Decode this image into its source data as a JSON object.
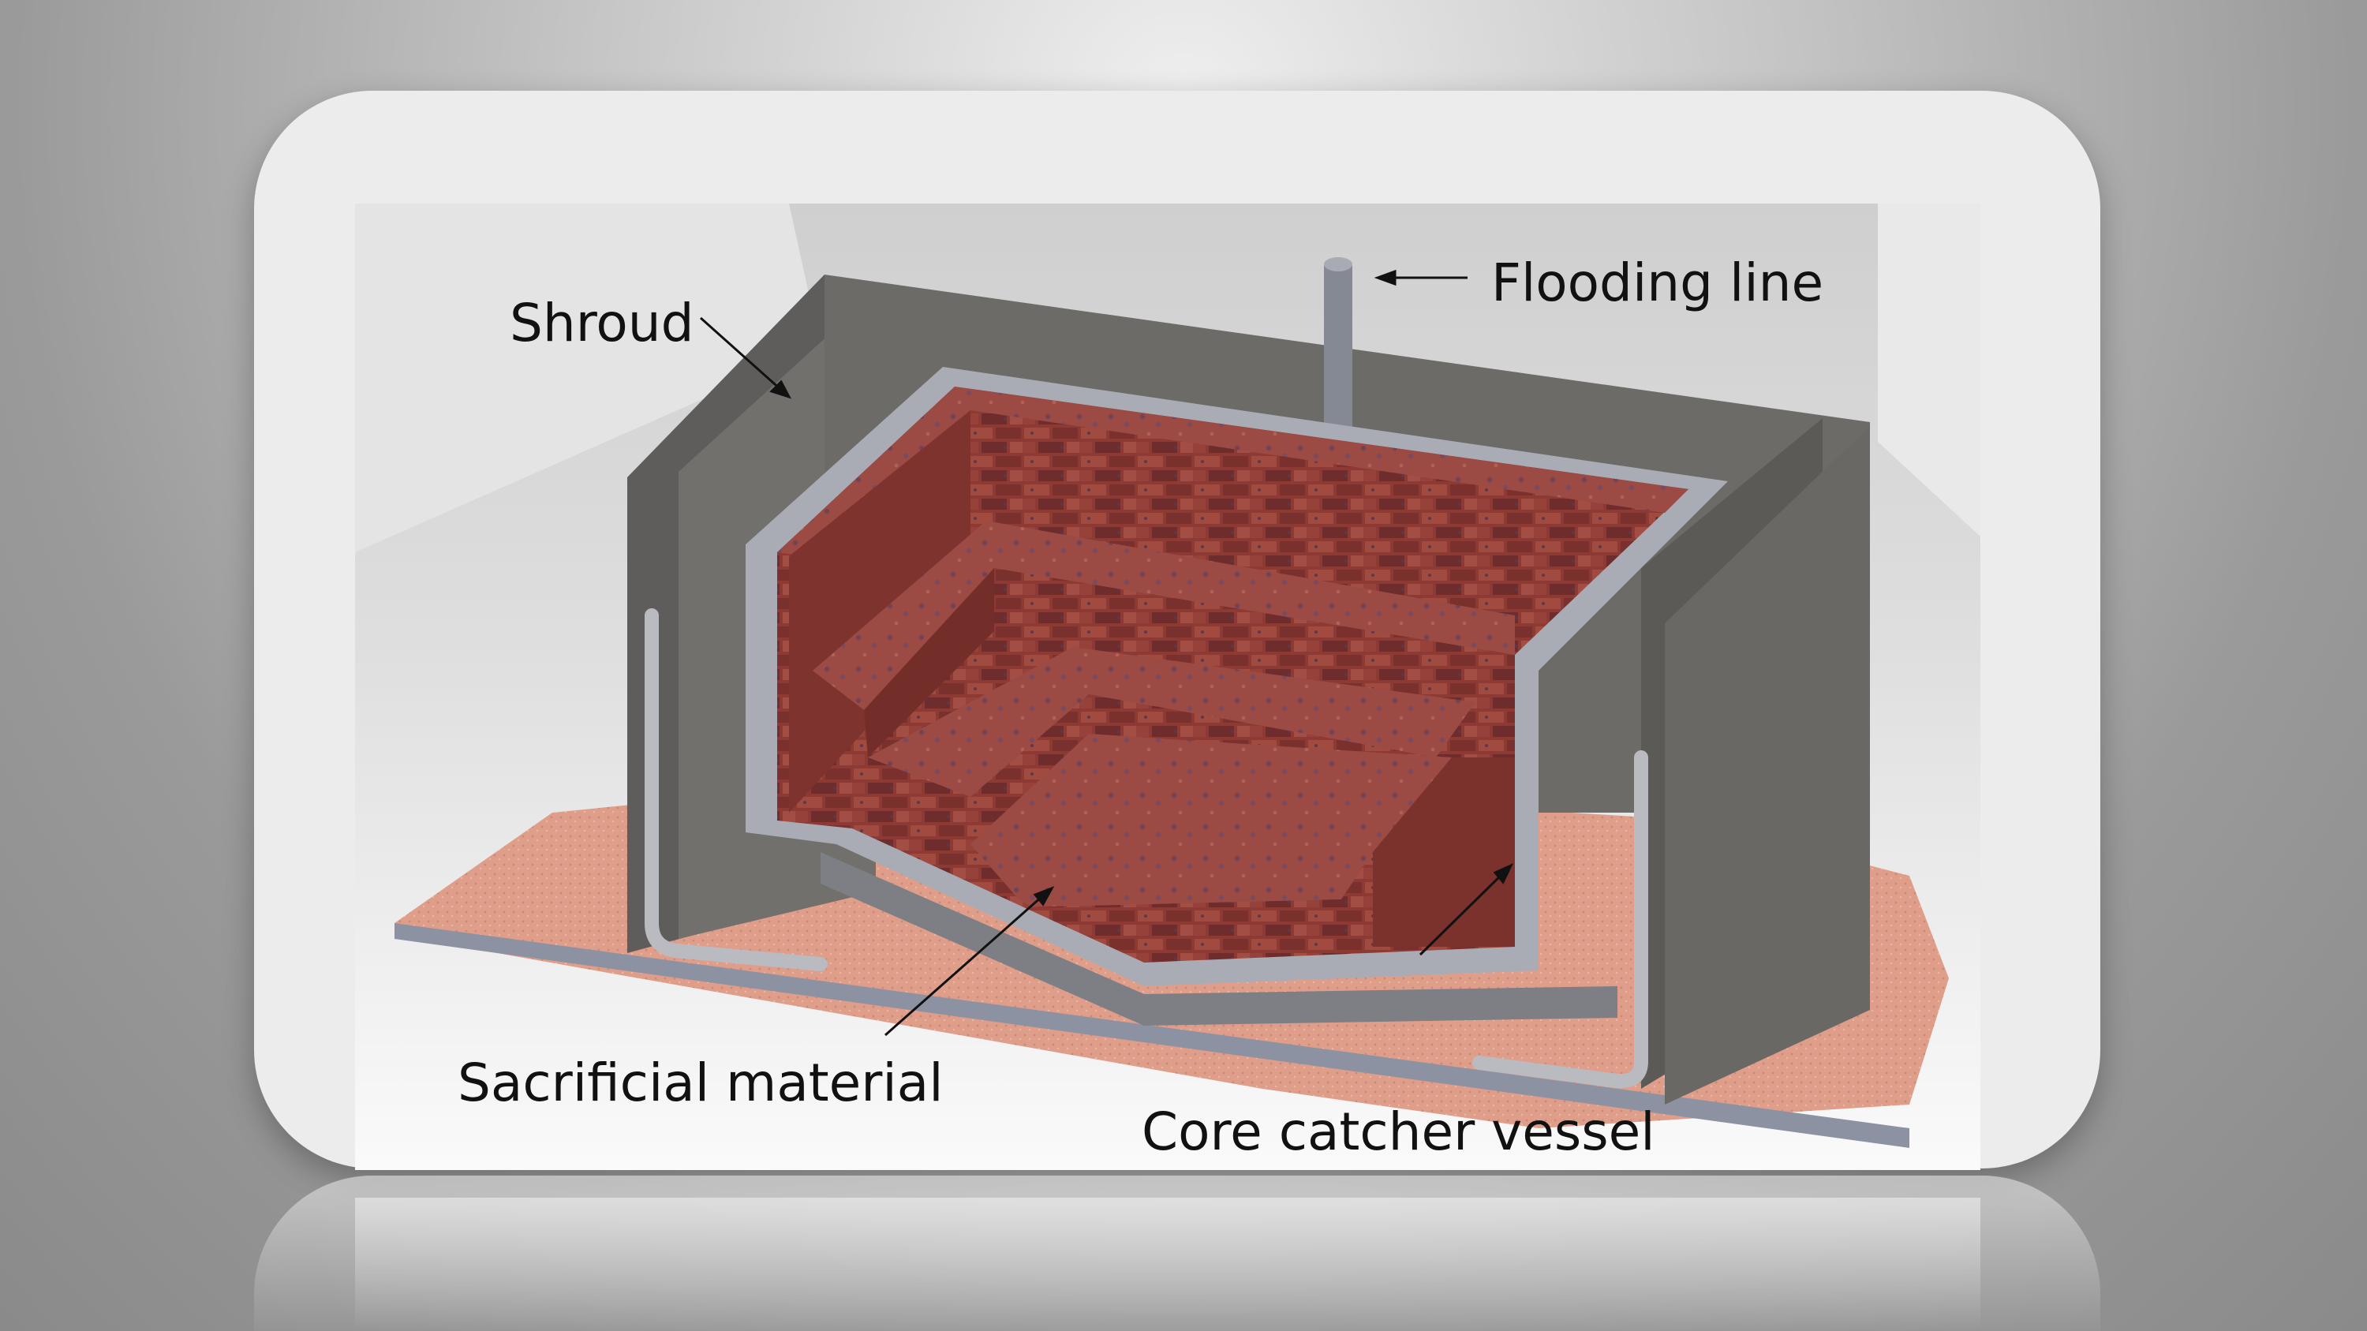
{
  "labels": {
    "shroud": "Shroud",
    "flooding_line": "Flooding line",
    "sacrificial_material": "Sacrificial material",
    "core_catcher_vessel": "Core catcher vessel"
  },
  "colors": {
    "background": "#9a9a9a",
    "frame": "#ececec",
    "shroud": "#6e6c69",
    "vessel": "#a9acb5",
    "brick": "#8c3a33",
    "floor": "#df9e8a"
  },
  "icons": [
    "flooding-line-pipe",
    "drain-pipe"
  ]
}
